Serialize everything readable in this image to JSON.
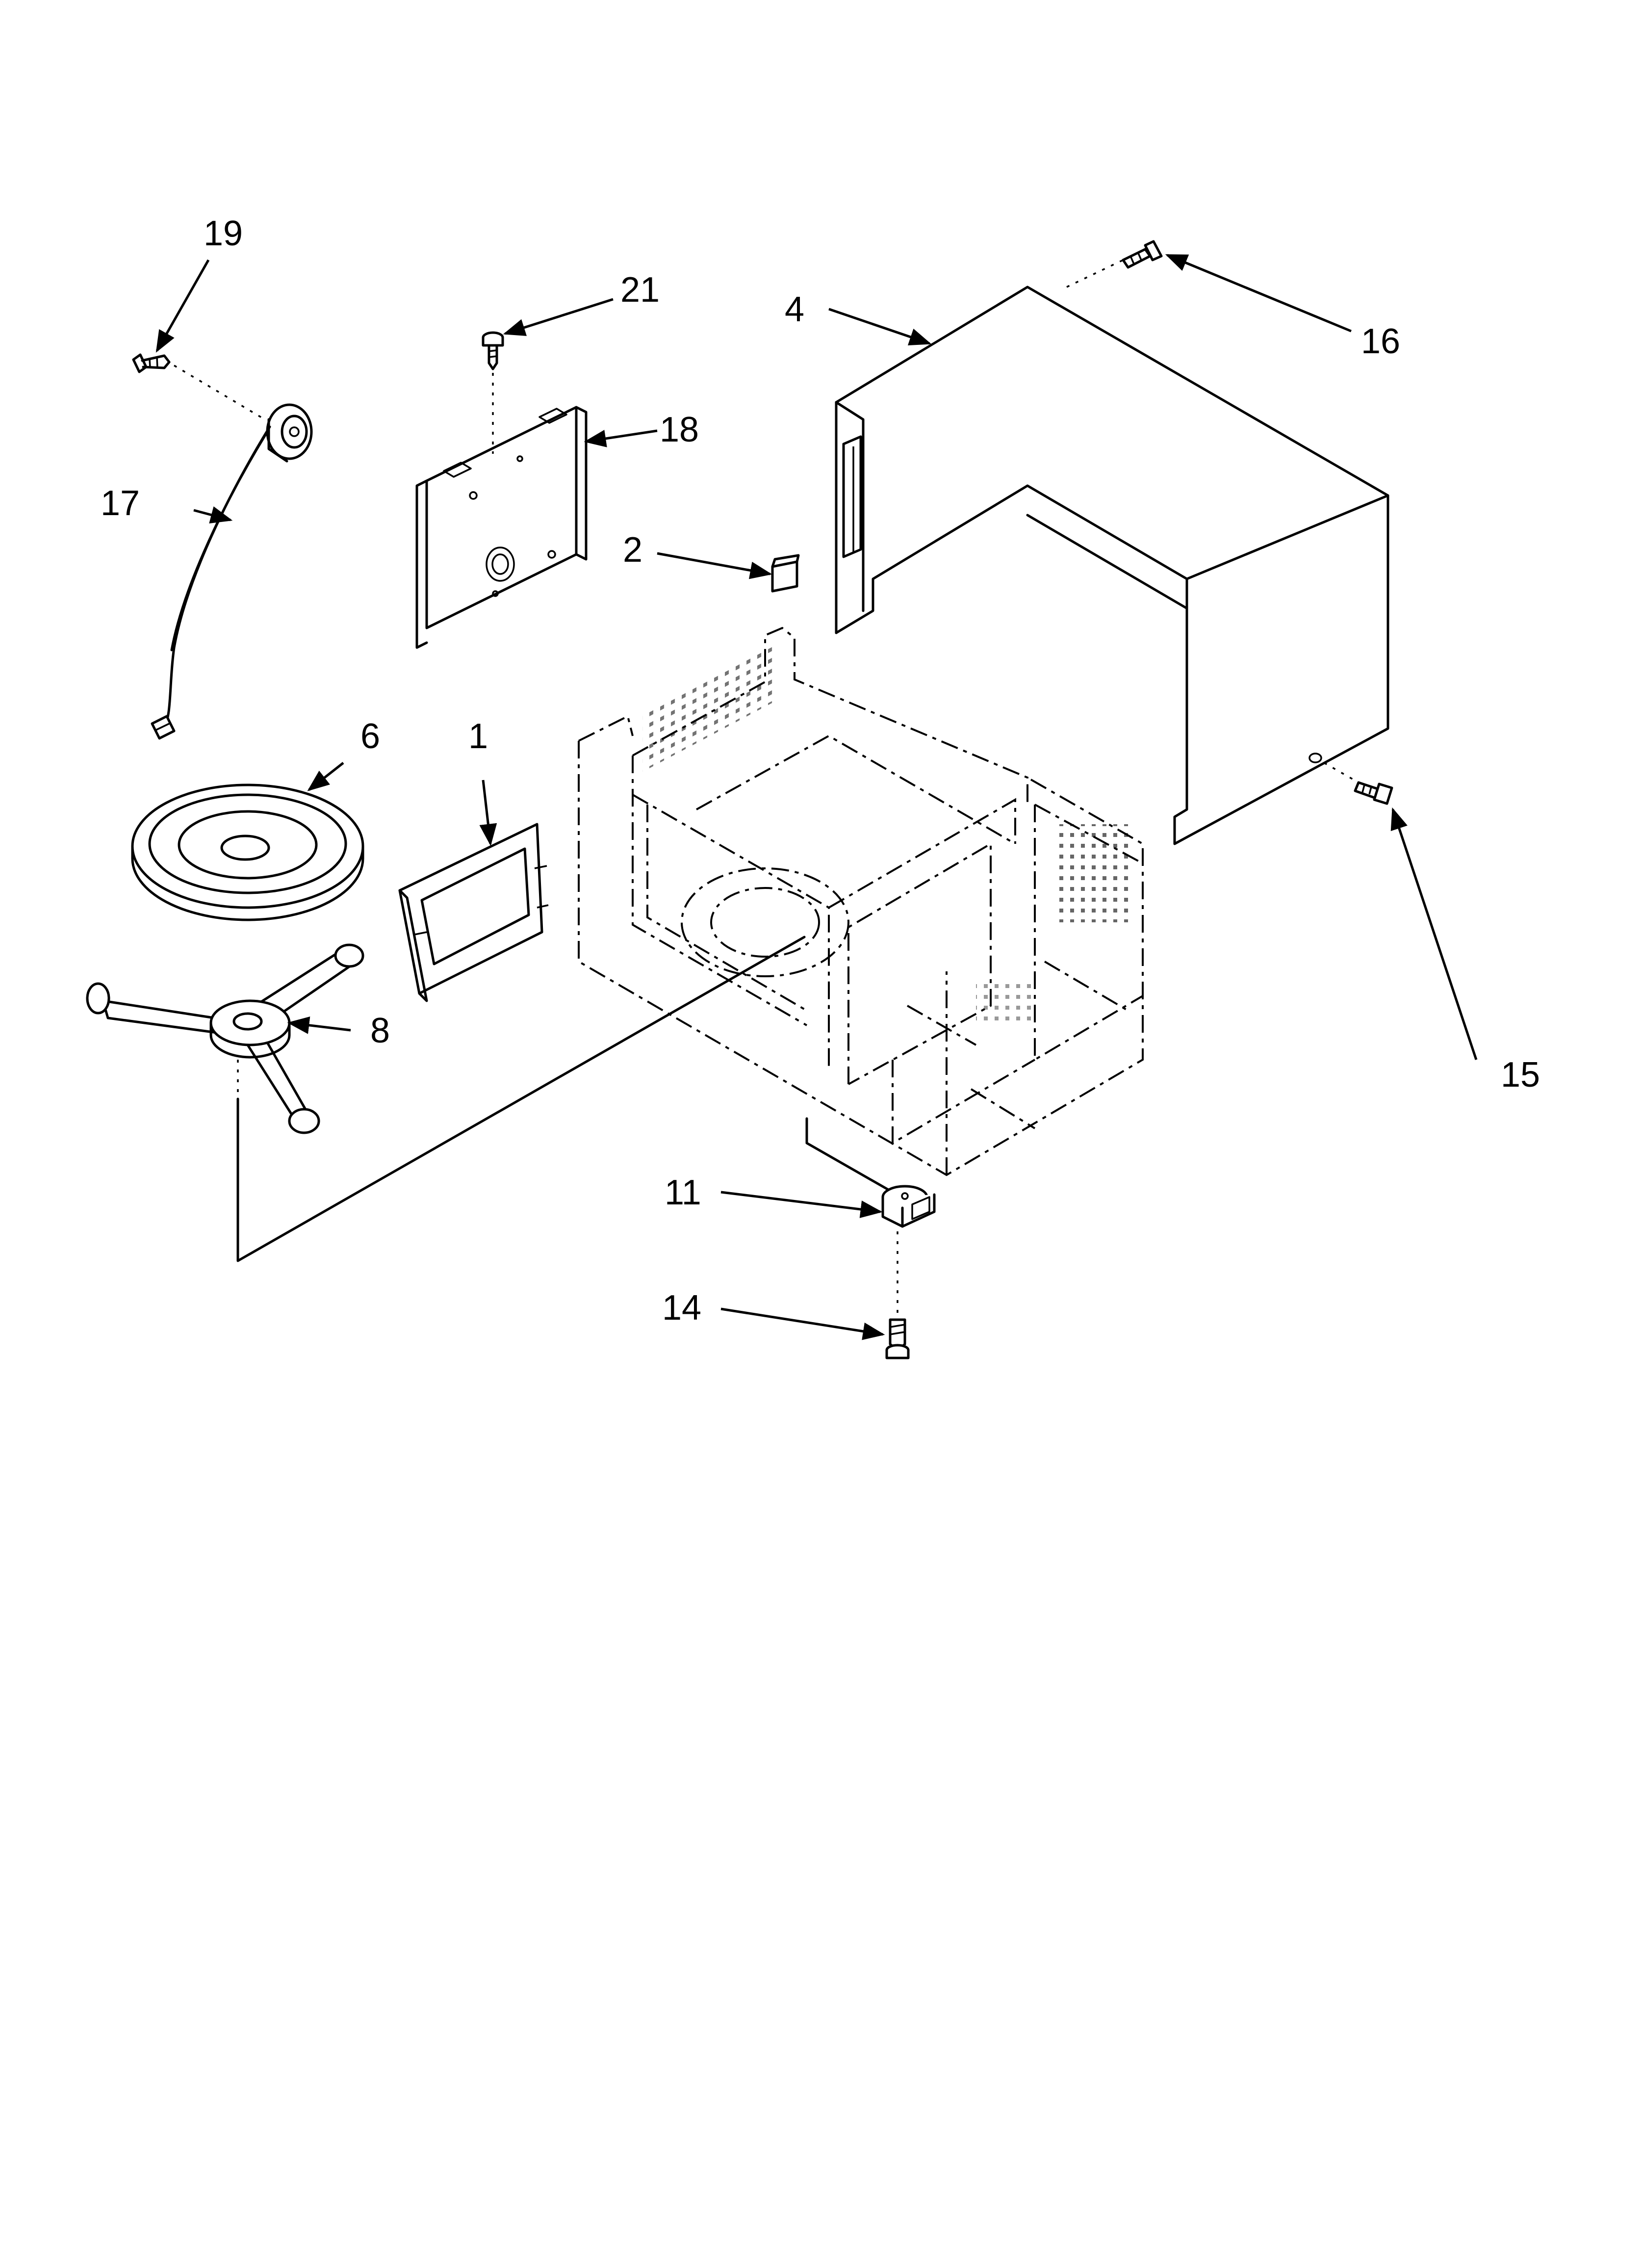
{
  "diagram": {
    "callouts": {
      "p1": "1",
      "p2": "2",
      "p4": "4",
      "p6": "6",
      "p8": "8",
      "p11": "11",
      "p14": "14",
      "p15": "15",
      "p16": "16",
      "p17": "17",
      "p18": "18",
      "p19": "19",
      "p21": "21"
    }
  }
}
